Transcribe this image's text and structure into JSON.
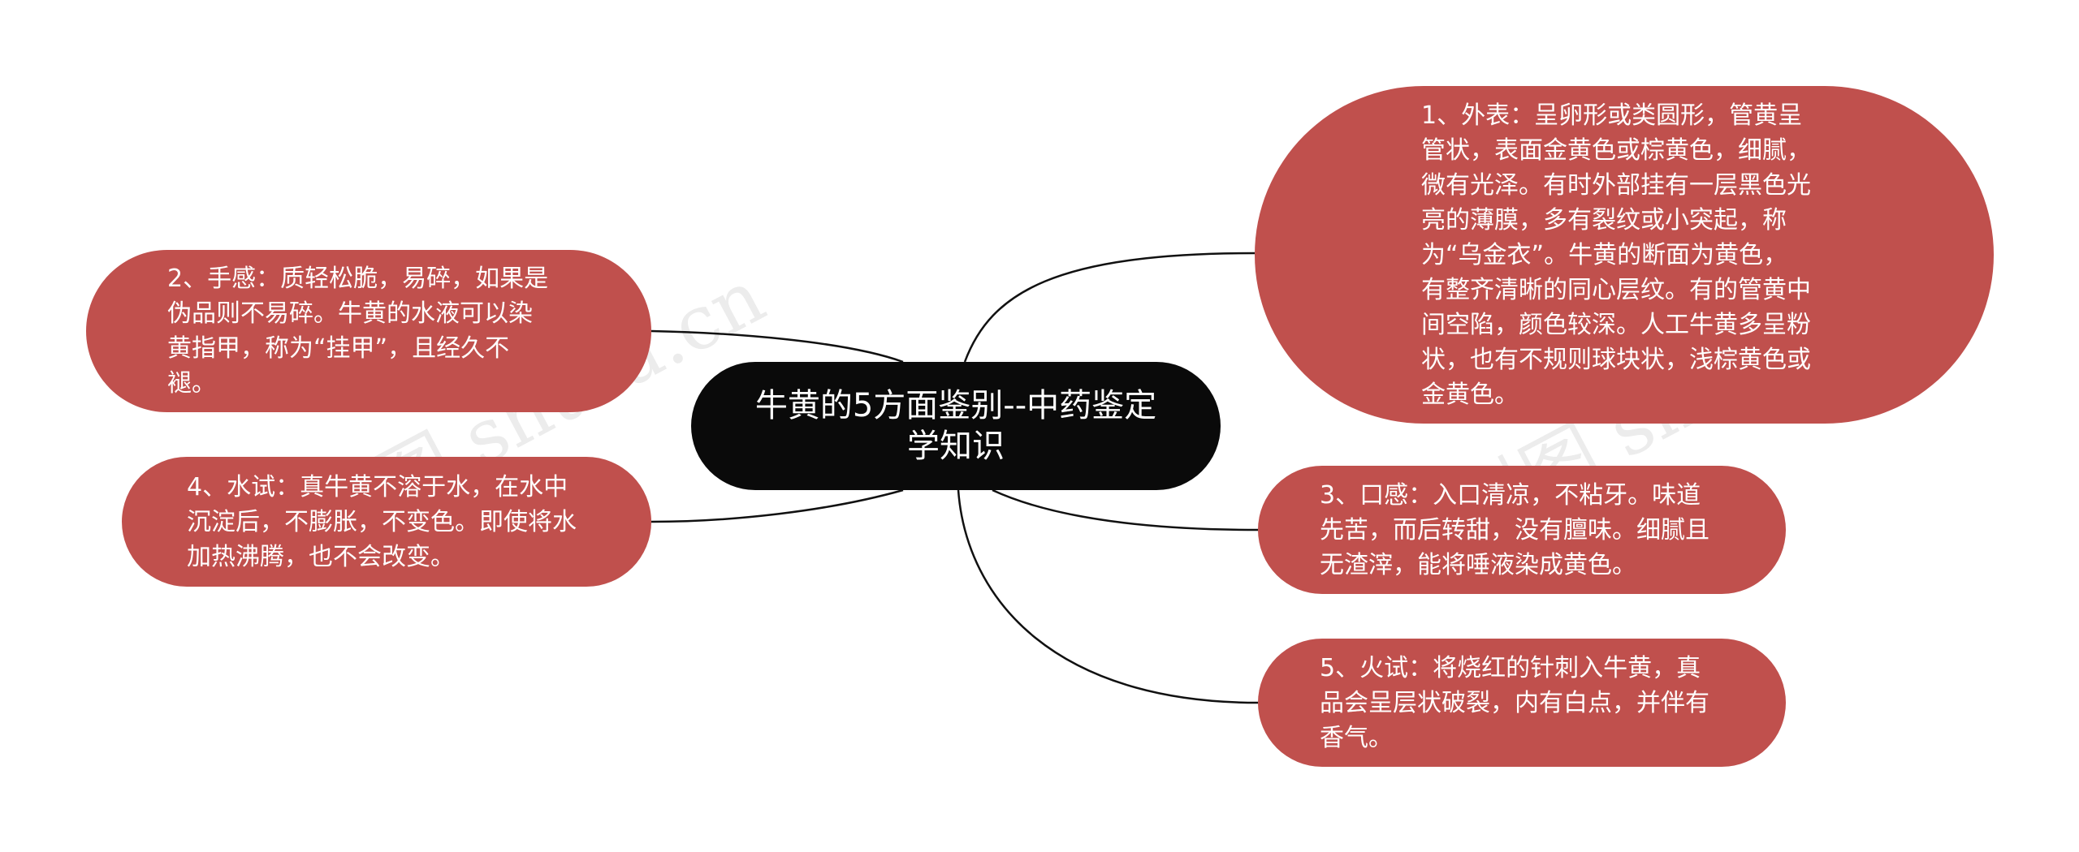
{
  "watermark": {
    "left": "树图 shutu.cn",
    "right": "树图 shutu.cn"
  },
  "root": {
    "label": "牛黄的5方面鉴别--中药鉴定学知识"
  },
  "nodes": [
    {
      "id": "1",
      "text": "1、外表：呈卵形或类圆形，管黄呈管状，表面金黄色或棕黄色，细腻，微有光泽。有时外部挂有一层黑色光亮的薄膜，多有裂纹或小突起，称为“乌金衣”。牛黄的断面为黄色，有整齐清晰的同心层纹。有的管黄中间空陷，颜色较深。人工牛黄多呈粉状，也有不规则球块状，浅棕黄色或金黄色。"
    },
    {
      "id": "2",
      "text": "2、手感：质轻松脆，易碎，如果是伪品则不易碎。牛黄的水液可以染黄指甲，称为“挂甲”，且经久不褪。"
    },
    {
      "id": "3",
      "text": "3、口感：入口清凉，不粘牙。味道先苦，而后转甜，没有膻味。细腻且无渣滓，能将唾液染成黄色。"
    },
    {
      "id": "4",
      "text": "4、水试：真牛黄不溶于水，在水中沉淀后，不膨胀，不变色。即使将水加热沸腾，也不会改变。"
    },
    {
      "id": "5",
      "text": "5、火试：将烧红的针刺入牛黄，真品会呈层状破裂，内有白点，并伴有香气。"
    }
  ],
  "colors": {
    "root_fill": "#0a0a0a",
    "node_fill": "#c0504d",
    "connector": "#111111",
    "background": "#ffffff"
  }
}
